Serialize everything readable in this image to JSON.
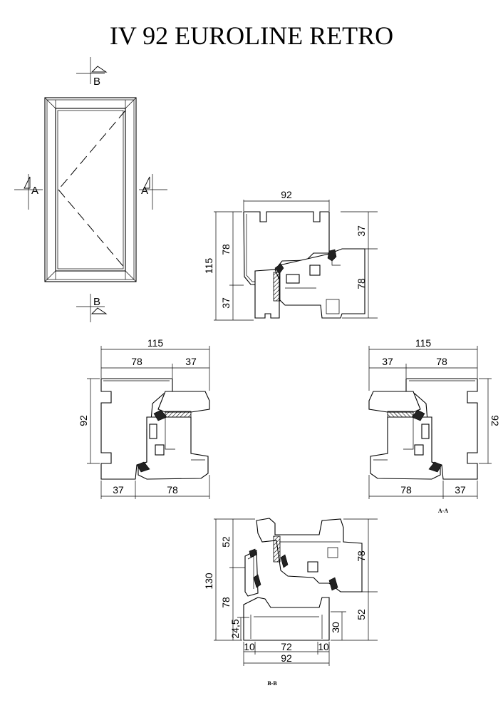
{
  "title": "IV 92 EUROLINE RETRO",
  "markers": {
    "section_b": "B",
    "section_a": "A"
  },
  "captions": {
    "aa": "A-A",
    "bb": "B-B"
  },
  "top_section": {
    "width": "92",
    "height": "115",
    "left_upper": "78",
    "left_lower": "37",
    "right_upper": "37",
    "right_lower": "78"
  },
  "left_section": {
    "top_total": "115",
    "top_a": "78",
    "top_b": "37",
    "side": "92",
    "bottom_a": "37",
    "bottom_b": "78"
  },
  "right_section": {
    "top_total": "115",
    "top_a": "37",
    "top_b": "78",
    "side": "92",
    "bottom_a": "78",
    "bottom_b": "37"
  },
  "bottom_section": {
    "height": "130",
    "left_upper": "52",
    "left_lower": "78",
    "left_small": "24,5",
    "right_upper": "78",
    "right_lower": "52",
    "right_small": "30",
    "seg_left": "10",
    "seg_mid": "72",
    "seg_right": "10",
    "width": "92"
  }
}
